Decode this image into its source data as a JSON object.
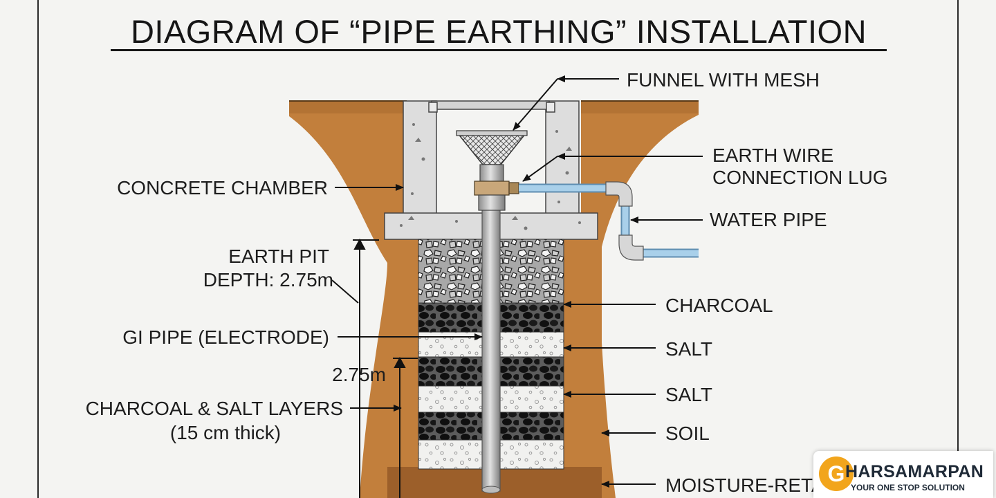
{
  "title": "DIAGRAM OF “PIPE EARTHING” INSTALLATION",
  "labels": {
    "funnel": "FUNNEL WITH MESH",
    "lug_line1": "EARTH WIRE",
    "lug_line2": "CONNECTION LUG",
    "chamber": "CONCRETE CHAMBER",
    "water_pipe": "WATER PIPE",
    "depth_line1": "EARTH PIT",
    "depth_line2": "DEPTH: 2.75m",
    "charcoal": "CHARCOAL",
    "gi_pipe": "GI PIPE (ELECTRODE)",
    "salt_1": "SALT",
    "depth_2": "2.75m",
    "salt_2": "SALT",
    "layers_line1": "CHARCOAL & SALT LAYERS",
    "layers_line2": "(15 cm thick)",
    "soil": "SOIL",
    "moisture": "MOISTURE-RETA"
  },
  "logo": {
    "mark": "G",
    "name": "HARSAMARPAN",
    "tagline": "YOUR ONE STOP SOLUTION"
  },
  "colors": {
    "soil": "#c27f3c",
    "concrete": "#dddddd",
    "charcoal": "#2b2b2b",
    "salt": "#f0f0ee",
    "gravel": "#a5a5a5",
    "water_pipe": "#8fc1e0",
    "logo_accent": "#f2a51c"
  }
}
